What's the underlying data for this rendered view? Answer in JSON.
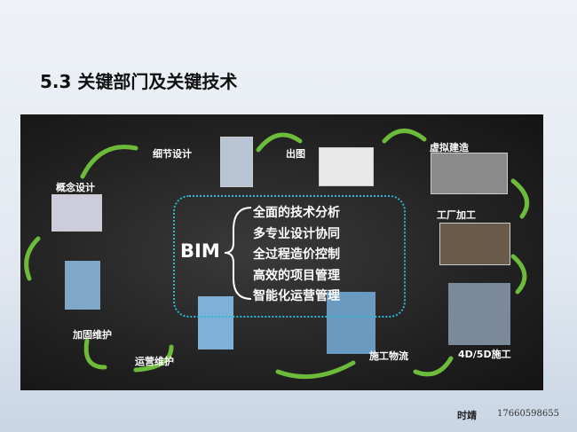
{
  "title": "5.3 关键部门及关键技术",
  "diagram": {
    "center": "BIM",
    "features": [
      "全面的技术分析",
      "多专业设计协同",
      "全过程造价控制",
      "高效的项目管理",
      "智能化运营管理"
    ],
    "stages": [
      "概念设计",
      "细节设计",
      "出图",
      "虚拟建造",
      "工厂加工",
      "4D/5D施工",
      "施工物流",
      "运营维护",
      "加固维护"
    ],
    "colors": {
      "arrow": "#6dbb3a",
      "box_border": "#2fb7d6",
      "background": "#1e1e1e"
    }
  },
  "footer": {
    "author": "时靖",
    "phone": "17660598655"
  }
}
